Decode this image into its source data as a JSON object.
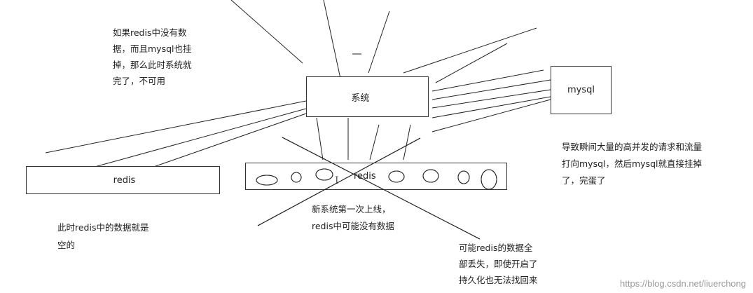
{
  "diagram": {
    "system_box": {
      "label": "系统"
    },
    "mysql_box": {
      "label": "mysql"
    },
    "redis_left": {
      "label": "redis"
    },
    "redis_center": {
      "label": "redis"
    },
    "notes": {
      "redis_empty_mysql_down": [
        "如果redis中没有数",
        "据，而且mysql也挂",
        "掉，那么此时系统就",
        "完了，不可用"
      ],
      "mysql_flood": [
        "导致瞬间大量的高并发的请求和流量",
        "打向mysql，然后mysql就直接挂掉",
        "了，完蛋了"
      ],
      "redis_data_empty": [
        "此时redis中的数据就是",
        "空的"
      ],
      "new_system_online": [
        "新系统第一次上线，",
        "redis中可能没有数据"
      ],
      "data_lost": [
        "可能redis的数据全",
        "部丢失，即使开启了",
        "持久化也无法找回来"
      ]
    },
    "colors": {
      "line": "#222222",
      "box_border": "#333333",
      "watermark": "#9a9a9a"
    }
  },
  "watermark": "https://blog.csdn.net/liuerchong"
}
